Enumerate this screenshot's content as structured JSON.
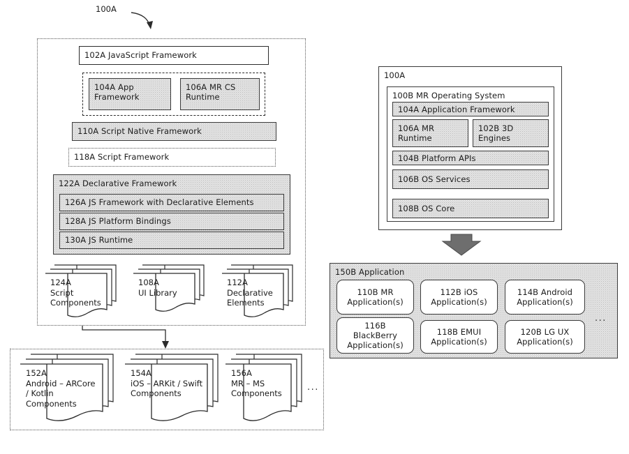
{
  "figure": {
    "top_ref": "100A"
  },
  "left_panel": {
    "name": "javascript-stack-panel",
    "js_framework": "102A  JavaScript Framework",
    "dashed_group": {
      "app_framework": "104A  App\nFramework",
      "mr_cs_runtime": "106A  MR CS\nRuntime"
    },
    "script_native_framework": "110A  Script Native Framework",
    "script_framework": "118A Script Framework",
    "declarative_framework": {
      "title": "122A  Declarative Framework",
      "rows": [
        "126A  JS Framework with Declarative Elements",
        "128A  JS Platform Bindings",
        "130A  JS Runtime"
      ]
    },
    "component_stacks": [
      "124A\nScript\nComponents",
      "108A\nUI Library",
      "112A\nDeclarative\nElements"
    ]
  },
  "bottom_left_panel": {
    "name": "platform-components-panel",
    "component_stacks": [
      "152A\nAndroid – ARCore\n/ Kotlin\nComponents",
      "154A\niOS – ARKit / Swift\nComponents",
      "156A\nMR – MS\nComponents"
    ],
    "ellipsis": "..."
  },
  "right_panel": {
    "name": "mr-operating-system-panel",
    "outer_ref": "100A",
    "os_title": "100B  MR Operating System",
    "application_framework": "104A  Application Framework",
    "mr_runtime": "106A  MR\nRuntime",
    "engines_3d": "102B  3D\nEngines",
    "platform_apis": "104B  Platform APIs",
    "os_services": "106B  OS Services",
    "os_core": "108B  OS Core"
  },
  "bottom_right_panel": {
    "name": "application-panel",
    "title": "150B  Application",
    "apps": [
      "110B MR\nApplication(s)",
      "112B iOS\nApplication(s)",
      "114B Android\nApplication(s)",
      "116B\nBlackBerry\nApplication(s)",
      "118B EMUI\nApplication(s)",
      "120B LG UX\nApplication(s)"
    ],
    "ellipsis": "..."
  },
  "colors": {
    "fill_gray": "#e3e3e3",
    "stroke": "#2b2b2b",
    "arrow_fill": "#6e6e6e"
  }
}
